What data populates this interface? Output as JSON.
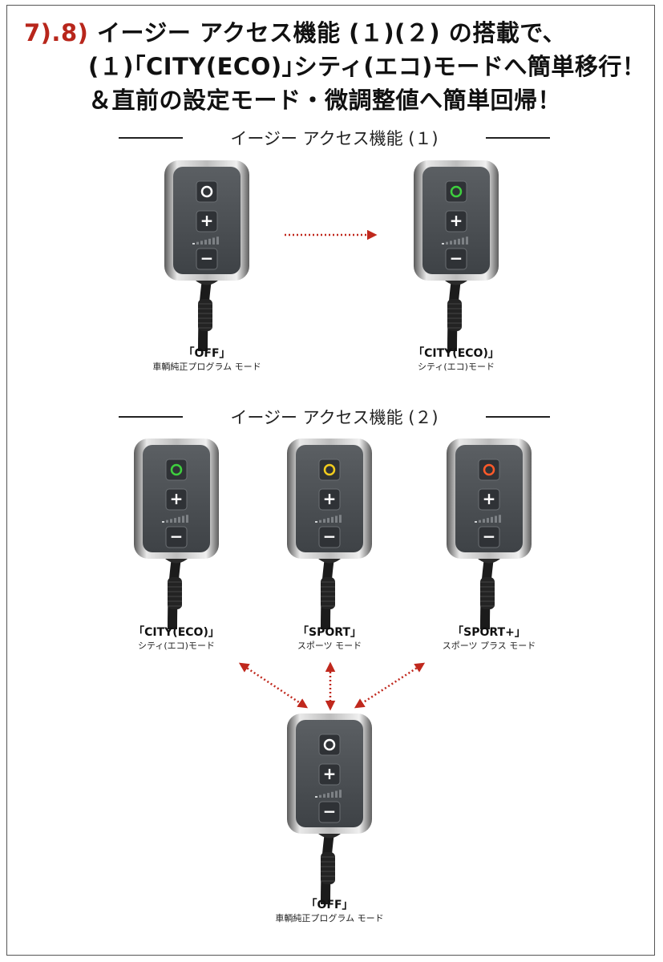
{
  "header": {
    "line1_num": "7).8)",
    "line1_text": "イージー アクセス機能 (１)(２) の搭載で、",
    "line2": "(１)｢CITY(ECO)｣シティ(エコ)モードへ簡単移行！",
    "line3": "＆直前の設定モード・微調整値へ簡単回帰！"
  },
  "section1": {
    "title": "イージー アクセス機能 (１)"
  },
  "section2": {
    "title": "イージー アクセス機能 (２)"
  },
  "controls": {
    "plus": "+",
    "minus": "−"
  },
  "colors": {
    "accent": "#b8261b",
    "off": "#ffffff",
    "eco": "#3ecf3e",
    "sport": "#f2cc1d",
    "sport_plus": "#ff5a2a"
  },
  "devices": [
    {
      "mode": "「OFF」",
      "desc": "車輌純正プログラム モード",
      "led": "off"
    },
    {
      "mode": "「CITY(ECO)」",
      "desc": "シティ(エコ)モード",
      "led": "eco"
    },
    {
      "mode": "「CITY(ECO)」",
      "desc": "シティ(エコ)モード",
      "led": "eco"
    },
    {
      "mode": "「SPORT」",
      "desc": "スポーツ モード",
      "led": "sport"
    },
    {
      "mode": "「SPORT+」",
      "desc": "スポーツ プラス モード",
      "led": "sport_plus"
    },
    {
      "mode": "「OFF」",
      "desc": "車輌純正プログラム モード",
      "led": "off"
    }
  ]
}
